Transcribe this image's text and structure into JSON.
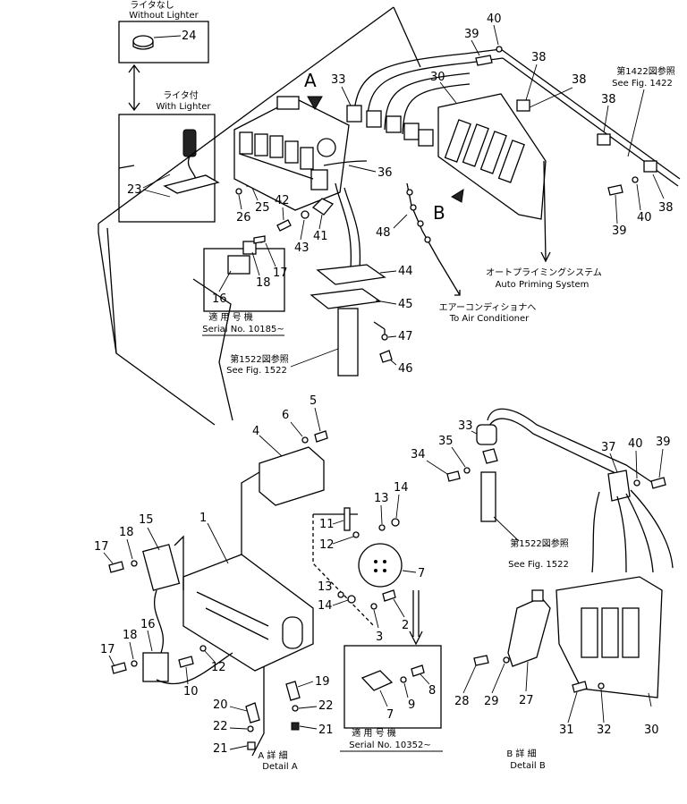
{
  "callouts": {
    "without_lighter_jp": "ライタなし",
    "without_lighter": "Without Lighter",
    "with_lighter_jp": "ライタ付",
    "with_lighter": "With Lighter",
    "serial1_jp": "適 用 号 機",
    "serial1": "Serial No. 10185~",
    "see1522_jp_a": "第1522図参照",
    "see1522_a": "See Fig. 1522",
    "see1422_jp": "第1422図参照",
    "see1422": "See Fig. 1422",
    "autoprime_jp": "オートプライミングシステム",
    "autoprime": "Auto Priming System",
    "aircon_jp": "エアーコンディショナへ",
    "aircon": "To Air Conditioner",
    "see1522_jp_b": "第1522図参照",
    "see1522_b": "See Fig. 1522",
    "serial2_jp": "適 用 号 機",
    "serial2": "Serial No. 10352~",
    "detailA_jp": "A 詳 細",
    "detailA": "Detail A",
    "detailB_jp": "B 詳 細",
    "detailB": "Detail B",
    "view_a": "A",
    "view_b": "B"
  },
  "parts": {
    "p1": "1",
    "p2": "2",
    "p3": "3",
    "p4": "4",
    "p5": "5",
    "p6": "6",
    "p7a": "7",
    "p7b": "7",
    "p8": "8",
    "p9": "9",
    "p10": "10",
    "p11": "11",
    "p12a": "12",
    "p12b": "12",
    "p13a": "13",
    "p13b": "13",
    "p14a": "14",
    "p14b": "14",
    "p15": "15",
    "p16a": "16",
    "p16b": "16",
    "p17a": "17",
    "p17b": "17",
    "p17c": "17",
    "p18a": "18",
    "p18b": "18",
    "p18c": "18",
    "p19": "19",
    "p20": "20",
    "p21a": "21",
    "p21b": "21",
    "p22a": "22",
    "p22b": "22",
    "p23": "23",
    "p24": "24",
    "p25": "25",
    "p26": "26",
    "p27": "27",
    "p28": "28",
    "p29": "29",
    "p30a": "30",
    "p30b": "30",
    "p31": "31",
    "p32": "32",
    "p33a": "33",
    "p33b": "33",
    "p34": "34",
    "p35": "35",
    "p36": "36",
    "p37": "37",
    "p38a": "38",
    "p38b": "38",
    "p38c": "38",
    "p38d": "38",
    "p39a": "39",
    "p39b": "39",
    "p39c": "39",
    "p40a": "40",
    "p40b": "40",
    "p40c": "40",
    "p41": "41",
    "p42": "42",
    "p43": "43",
    "p44": "44",
    "p45": "45",
    "p46": "46",
    "p47": "47",
    "p48": "48"
  }
}
